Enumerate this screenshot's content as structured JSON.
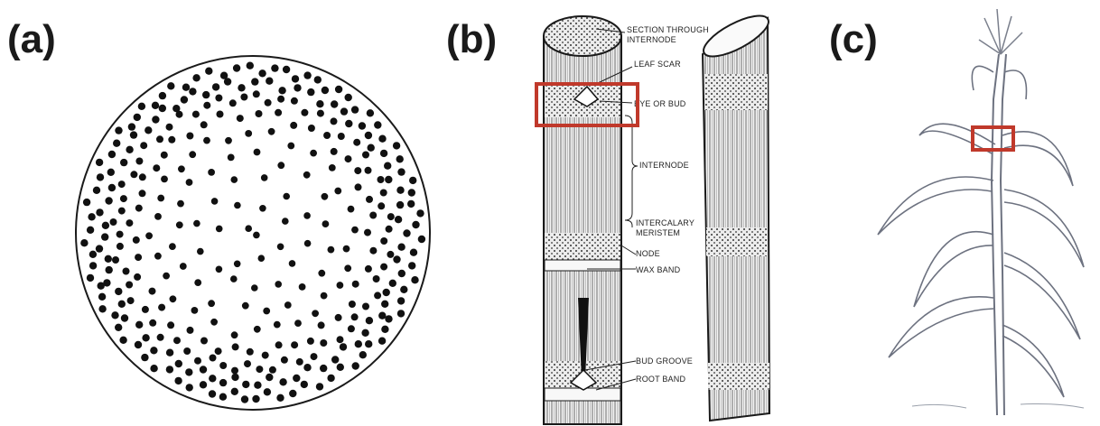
{
  "panels": [
    {
      "label": "(a)",
      "subject": "stem cross-section with vascular bundles"
    },
    {
      "label": "(b)",
      "subject": "stalk segment anatomy"
    },
    {
      "label": "(c)",
      "subject": "whole plant"
    }
  ],
  "annotations": {
    "section": [
      "SECTION THROUGH",
      "INTERNODE"
    ],
    "leaf_scar": "LEAF SCAR",
    "eye_or_bud": "EYE OR BUD",
    "internode": "INTERNODE",
    "intercalary": [
      "INTERCALARY",
      "MERISTEM"
    ],
    "node": "NODE",
    "wax_band": "WAX BAND",
    "bud_groove": "BUD GROOVE",
    "root_band": "ROOT BAND"
  },
  "colors": {
    "highlight": "#c0392b",
    "ink": "#1a1a1a"
  }
}
